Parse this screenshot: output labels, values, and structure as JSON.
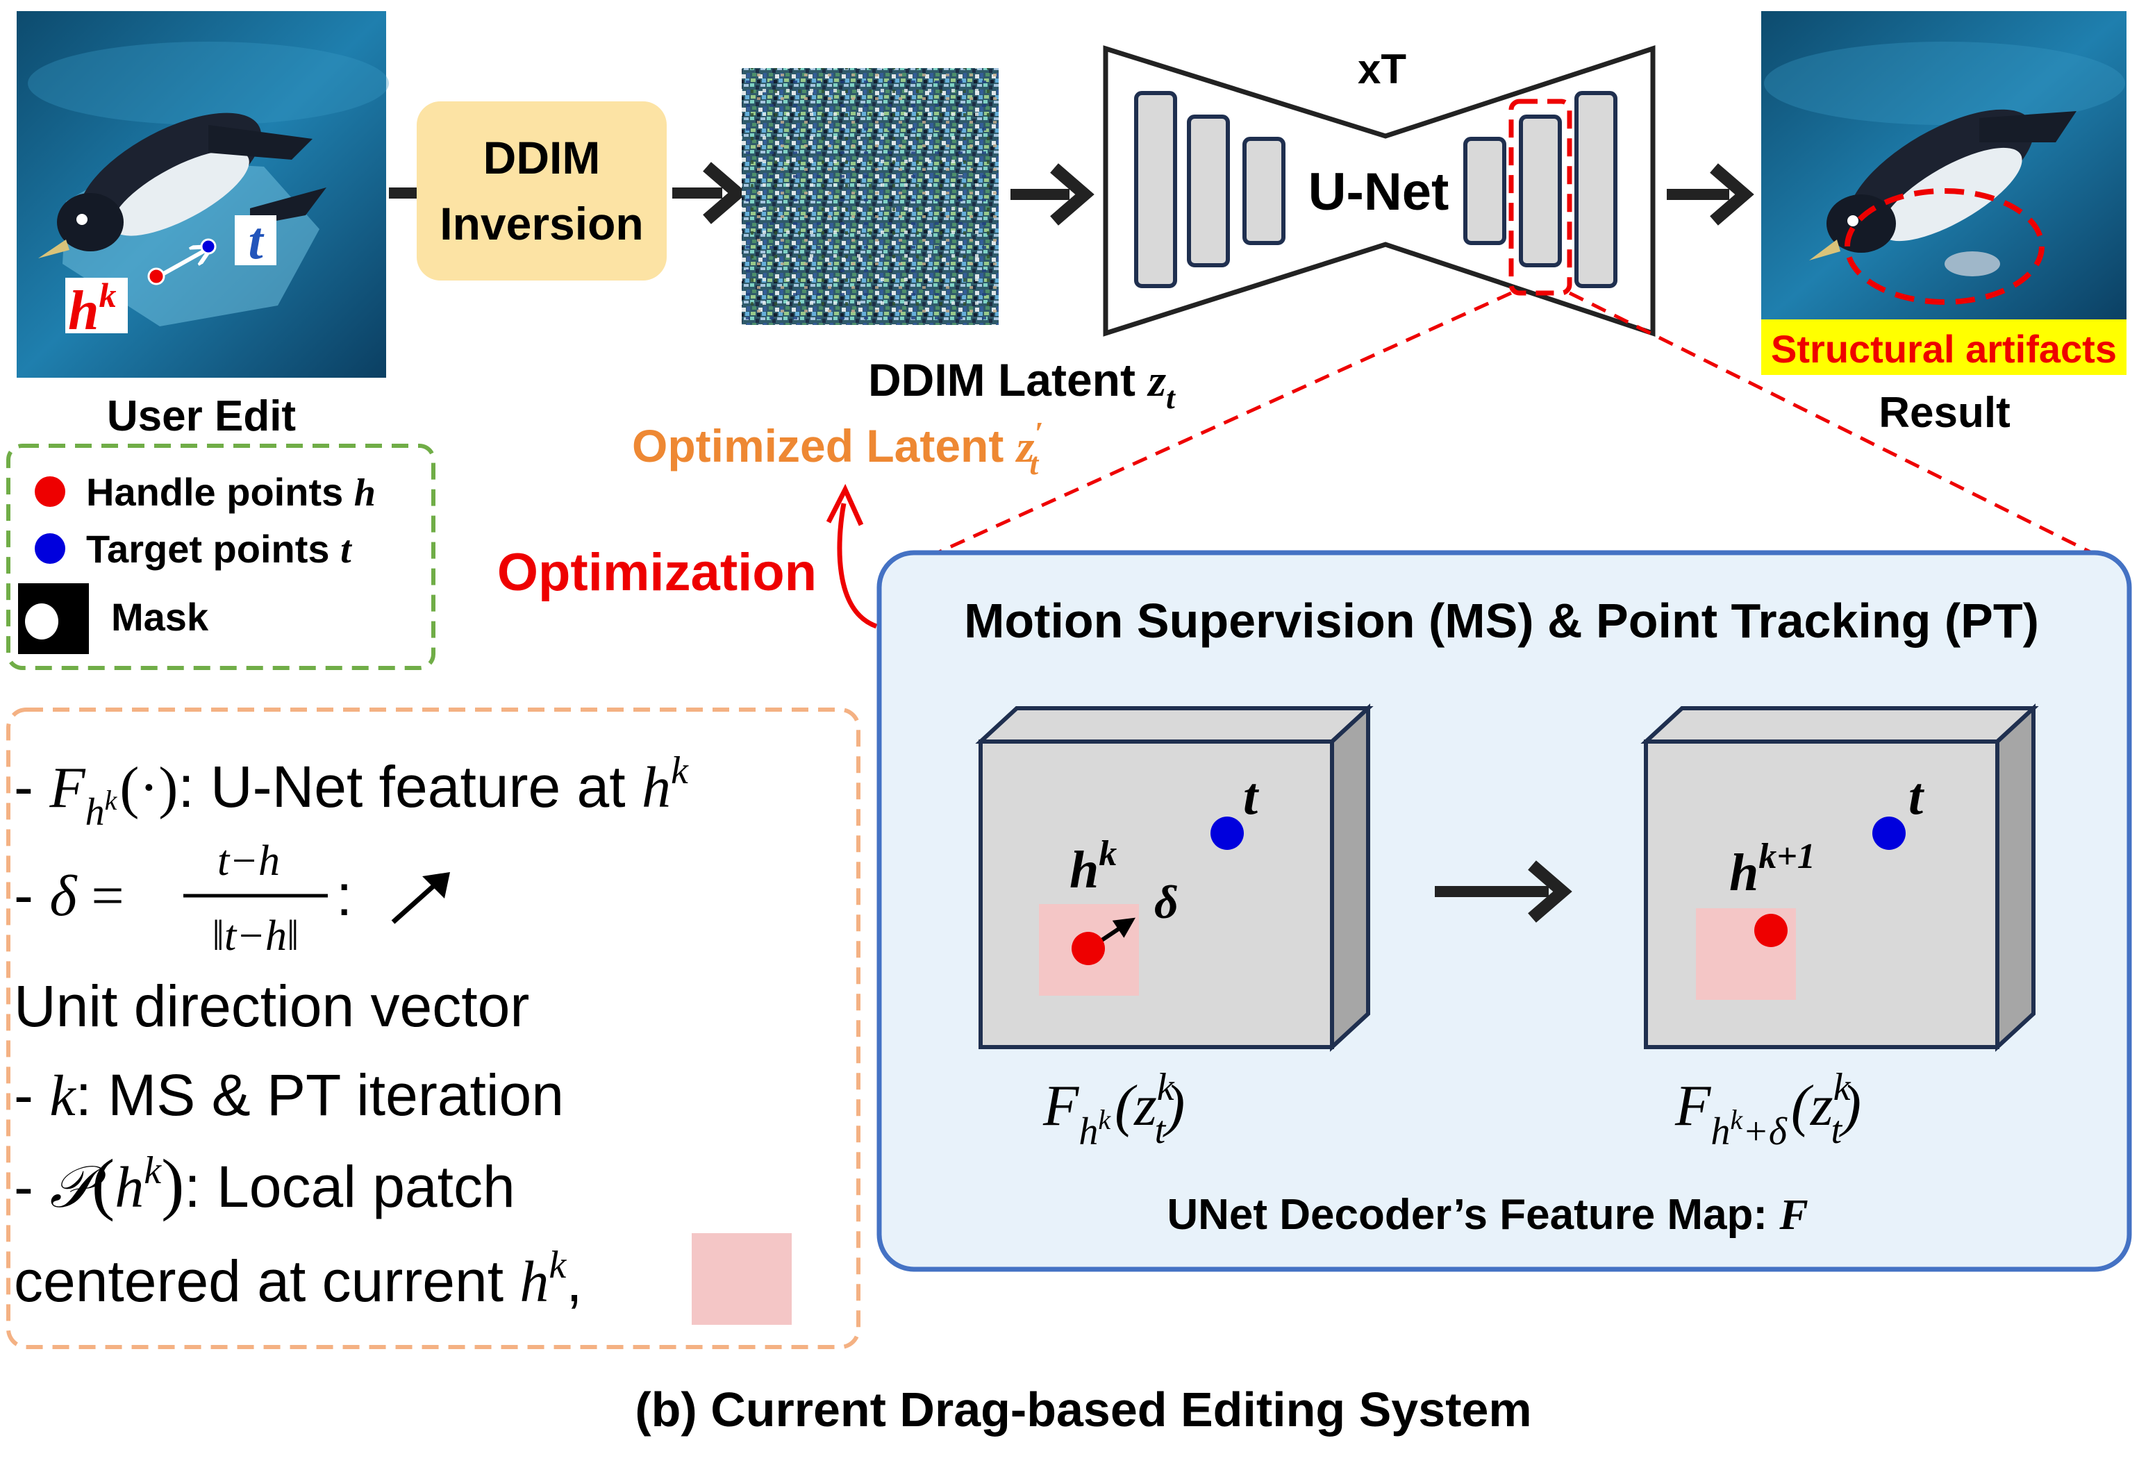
{
  "colors": {
    "handle": "#ee0000",
    "target": "#0000dd",
    "ddim_box": "#fce3a4",
    "latent_label": "#ee8833",
    "optimization": "#ee0000",
    "ms_panel_bg": "#e8f2fa",
    "ms_panel_border": "#4472c4",
    "legend_border": "#70ad47",
    "notes_border": "#f4b183",
    "patch": "#f4c6c6",
    "artifact_bg": "#ffff00",
    "artifact_text": "#ee0000"
  },
  "icons": {
    "input_image": "penguin-photo",
    "latent_image": "noise-latent",
    "result_image": "penguin-photo"
  },
  "input": {
    "label": "User Edit",
    "handle_letter": "h",
    "handle_sup": "k",
    "target_letter": "t"
  },
  "ddim_box": {
    "line1": "DDIM",
    "line2": "Inversion"
  },
  "latent": {
    "label": "DDIM Latent ",
    "label_var": "z",
    "label_sub": "t",
    "optimized": "Optimized Latent ",
    "optimized_var": "z",
    "optimized_sub": "t",
    "optimized_prime": "′"
  },
  "unet": {
    "label": "U-Net",
    "repeat": "xT"
  },
  "result": {
    "label": "Result",
    "artifact": "Structural artifacts"
  },
  "optimization_label": "Optimization",
  "legend": {
    "handle": "Handle points ",
    "handle_var": "h",
    "target": "Target points ",
    "target_var": "t",
    "mask": "Mask"
  },
  "panel": {
    "title": "Motion Supervision (MS) & Point Tracking (PT)",
    "left": {
      "handle_letter": "h",
      "handle_sup": "k",
      "delta": "δ",
      "target_letter": "t",
      "caption_F": "F",
      "caption_sub_h": "h",
      "caption_sub_sup": "k",
      "caption_open": "(",
      "caption_z": "z",
      "caption_z_sup": "k",
      "caption_z_sub": "t",
      "caption_close": ")"
    },
    "right": {
      "handle_letter": "h",
      "handle_sup": "k+1",
      "target_letter": "t",
      "caption_F": "F",
      "caption_sub_h": "h",
      "caption_sub_sup": "k",
      "caption_sub_tail": "+δ",
      "caption_open": "(",
      "caption_z": "z",
      "caption_z_sup": "k",
      "caption_z_sub": "t",
      "caption_close": ")"
    },
    "footer": "UNet Decoder’s Feature Map: ",
    "footer_var": "F"
  },
  "notes": {
    "line1_prefix": "- ",
    "line1_F": "F",
    "line1_sub_h": "h",
    "line1_sub_sup": "k",
    "line1_arg": "(·)",
    "line1_text": ": U-Net feature at ",
    "line1_h": "h",
    "line1_sup": "k",
    "line2_prefix": "- ",
    "line2_delta": "δ",
    "line2_eq": " = ",
    "line2_num": "t−h",
    "line2_den": "‖t−h‖",
    "line2_colon": " :",
    "line3": "Unit direction vector",
    "line4_prefix": "- ",
    "line4_k": "k",
    "line4_text": ": MS & PT iteration",
    "line5_prefix": "- ",
    "line5_P": "𝒫",
    "line5_open": "(",
    "line5_h": "h",
    "line5_sup": "k",
    "line5_close": ")",
    "line5_text": ": Local patch",
    "line6_text": "centered at current ",
    "line6_h": "h",
    "line6_sup": "k",
    "line6_comma": ","
  },
  "caption": "(b) Current Drag-based Editing System"
}
